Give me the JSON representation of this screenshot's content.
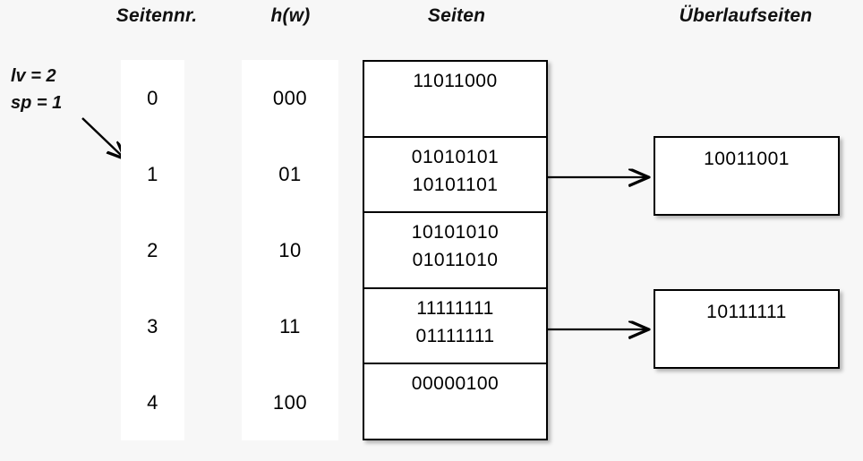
{
  "headers": {
    "seitennr": "Seitennr.",
    "hw": "h(w)",
    "seiten": "Seiten",
    "ueberlaufseiten": "Überlaufseiten"
  },
  "annotation": {
    "lv": "lv = 2",
    "sp": "sp = 1"
  },
  "colors": {
    "background": "#f7f7f7",
    "box_fill": "#ffffff",
    "stroke": "#000000",
    "text": "#111111"
  },
  "rows": [
    {
      "seitennr": "0",
      "hw": "000",
      "records": [
        "11011000"
      ]
    },
    {
      "seitennr": "1",
      "hw": "01",
      "records": [
        "01010101",
        "10101101"
      ]
    },
    {
      "seitennr": "2",
      "hw": "10",
      "records": [
        "10101010",
        "01011010"
      ]
    },
    {
      "seitennr": "3",
      "hw": "11",
      "records": [
        "11111111",
        "01111111"
      ]
    },
    {
      "seitennr": "4",
      "hw": "100",
      "records": [
        "00000100"
      ]
    }
  ],
  "overflow_pages": [
    {
      "records": [
        "10011001"
      ],
      "from_row": 1
    },
    {
      "records": [
        "10111111"
      ],
      "from_row": 3
    }
  ]
}
